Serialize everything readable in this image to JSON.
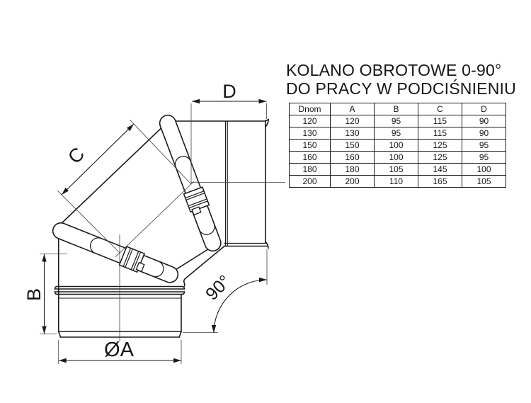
{
  "title": {
    "line1": "KOLANO OBROTOWE 0-90°",
    "line2": "DO PRACY W PODCIŚNIENIU"
  },
  "table": {
    "columns": [
      "Dnom",
      "A",
      "B",
      "C",
      "D"
    ],
    "rows": [
      [
        "120",
        "120",
        "95",
        "115",
        "90"
      ],
      [
        "130",
        "130",
        "95",
        "115",
        "90"
      ],
      [
        "150",
        "150",
        "100",
        "125",
        "95"
      ],
      [
        "160",
        "160",
        "100",
        "125",
        "95"
      ],
      [
        "180",
        "180",
        "105",
        "145",
        "100"
      ],
      [
        "200",
        "200",
        "110",
        "165",
        "105"
      ]
    ]
  },
  "dimensions": {
    "d": "D",
    "c": "C",
    "b": "B",
    "a": "ØA",
    "angle": "90°"
  },
  "colors": {
    "line": "#1a1a1a",
    "hairline": "#444444",
    "background": "#ffffff"
  }
}
